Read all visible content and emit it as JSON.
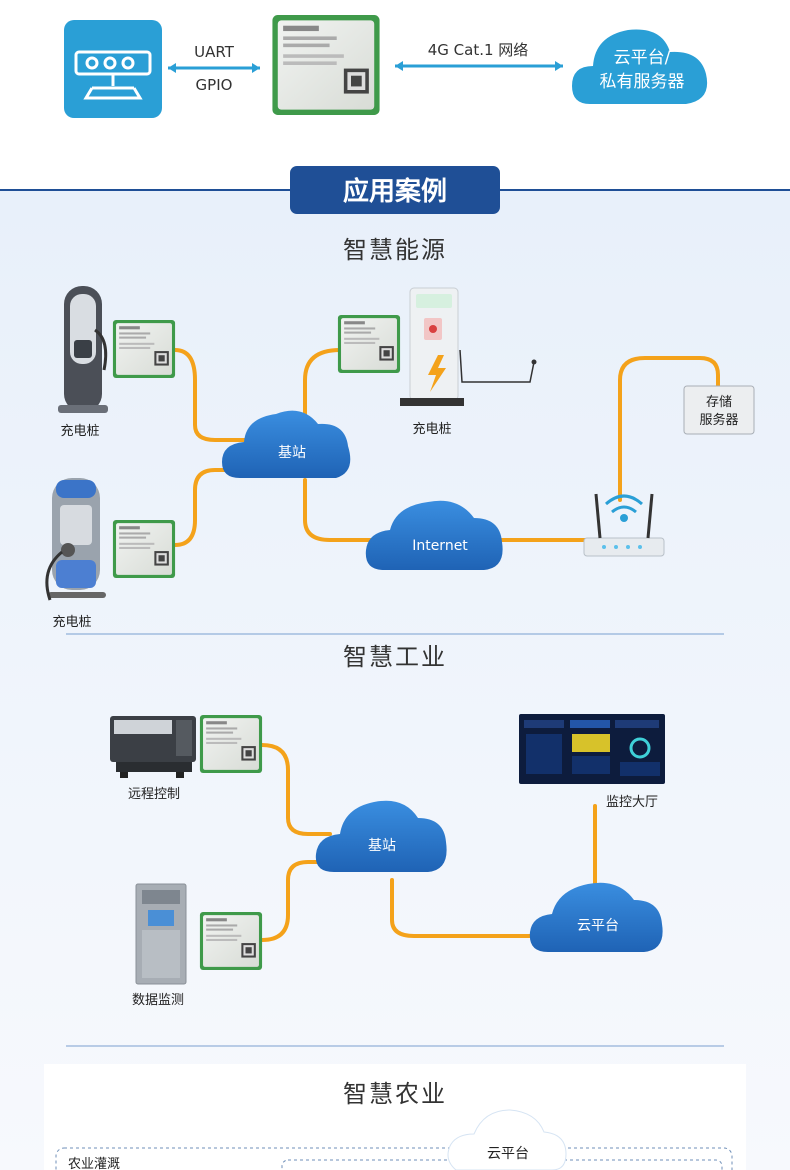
{
  "top": {
    "link_left_line1": "UART",
    "link_left_line2": "GPIO",
    "link_right": "4G Cat.1 网络",
    "cloud_line1": "云平台/",
    "cloud_line2": "私有服务器"
  },
  "banner": "应用案例",
  "energy": {
    "title": "智慧能源",
    "charger_left_top": "充电桩",
    "charger_left_bottom": "充电桩",
    "charger_right": "充电桩",
    "base_station": "基站",
    "internet": "Internet",
    "storage_line1": "存储",
    "storage_line2": "服务器"
  },
  "industry": {
    "title": "智慧工业",
    "remote_control": "远程控制",
    "data_monitor": "数据监测",
    "base_station": "基站",
    "cloud": "云平台",
    "monitor_hall": "监控大厅"
  },
  "agri": {
    "title": "智慧农业",
    "cloud": "云平台",
    "irrigation": "农业灌溉"
  },
  "colors": {
    "accent_blue": "#1f4f96",
    "cloud_blue": "#2f7fd0",
    "link_orange": "#f4a21a",
    "icon_bg": "#2a9fd6"
  }
}
